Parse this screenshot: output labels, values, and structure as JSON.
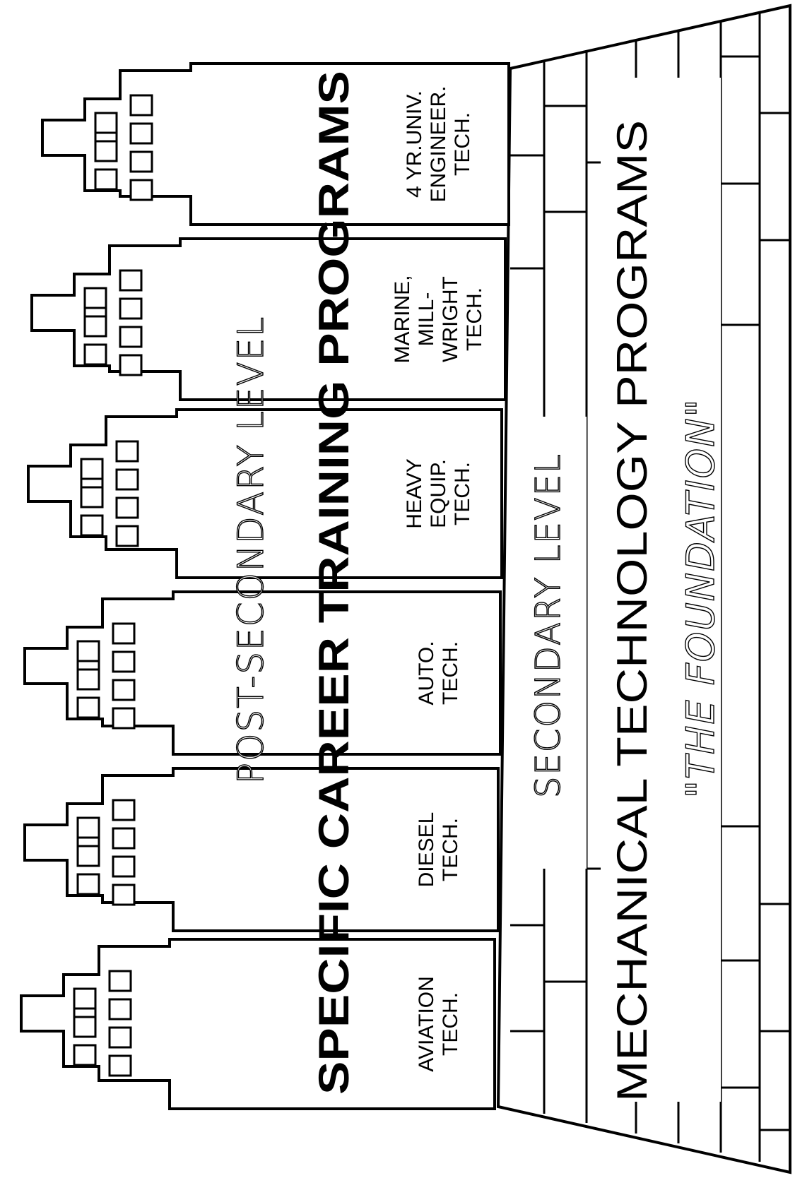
{
  "foundation": {
    "title": "MECHANICAL TECHNOLOGY PROGRAMS",
    "subtitle": "\"THE FOUNDATION\"",
    "level": "SECONDARY LEVEL"
  },
  "buildings": {
    "title": "SPECIFIC CAREER TRAINING PROGRAMS",
    "level": "POST-SECONDARY LEVEL",
    "programs": [
      {
        "lines": [
          "AVIATION",
          "TECH."
        ]
      },
      {
        "lines": [
          "DIESEL",
          "TECH."
        ]
      },
      {
        "lines": [
          "AUTO.",
          "TECH."
        ]
      },
      {
        "lines": [
          "HEAVY",
          "EQUIP.",
          "TECH."
        ]
      },
      {
        "lines": [
          "MARINE,",
          "MILL-",
          "WRIGHT",
          "TECH."
        ]
      },
      {
        "lines": [
          "4 YR.UNIV.",
          "ENGINEER.",
          "TECH."
        ]
      }
    ]
  }
}
